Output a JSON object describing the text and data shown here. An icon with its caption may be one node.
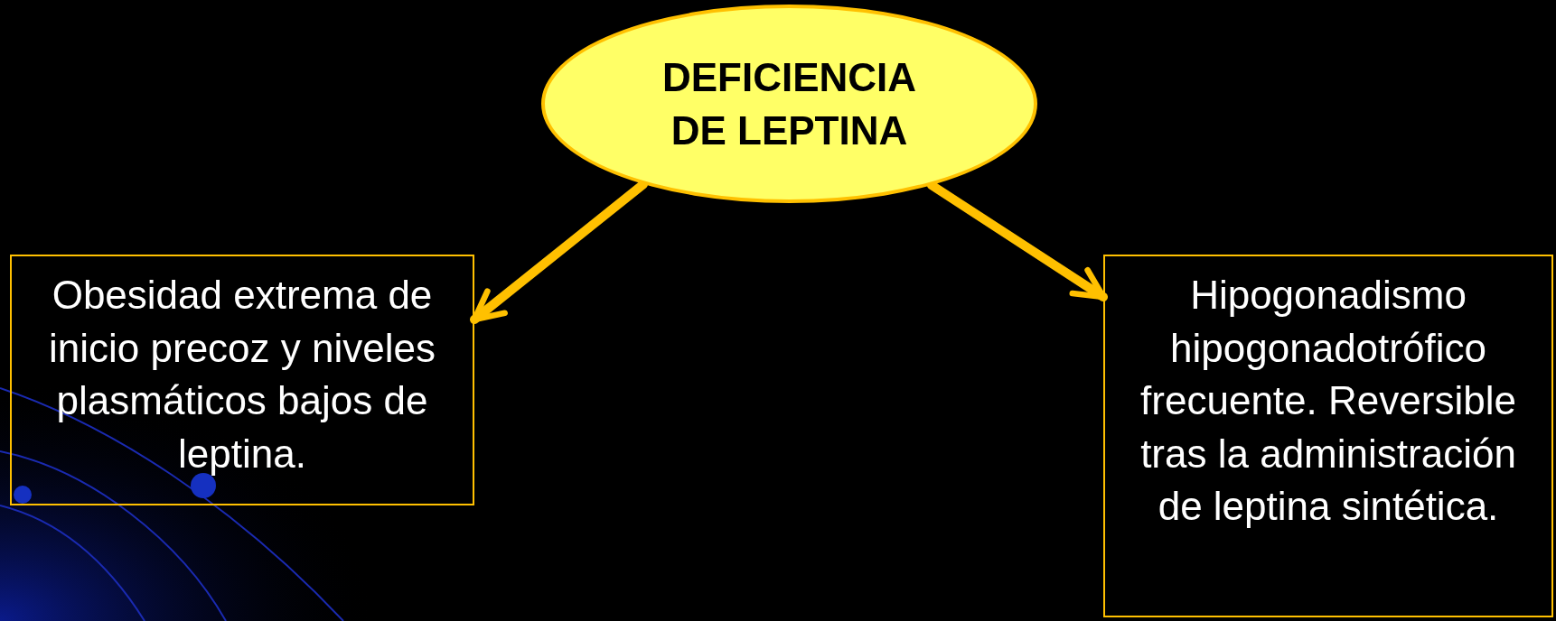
{
  "diagram": {
    "nodes": [
      {
        "text": [
          "DEFICIENCIA DE LEPTINA"
        ]
      },
      {
        "text": [
          "Obesidad extrema de inicio precoz y niveles plasmáticos bajos de leptina."
        ]
      },
      {
        "text": [
          "Hipogonadismo hipogonadotrófico frecuente. Reversible tras la administración de leptina sintética."
        ]
      }
    ],
    "edges": [
      {
        "from": 0,
        "to": 1,
        "arrow": "to"
      },
      {
        "from": 0,
        "to": 2,
        "arrow": "to"
      }
    ]
  }
}
